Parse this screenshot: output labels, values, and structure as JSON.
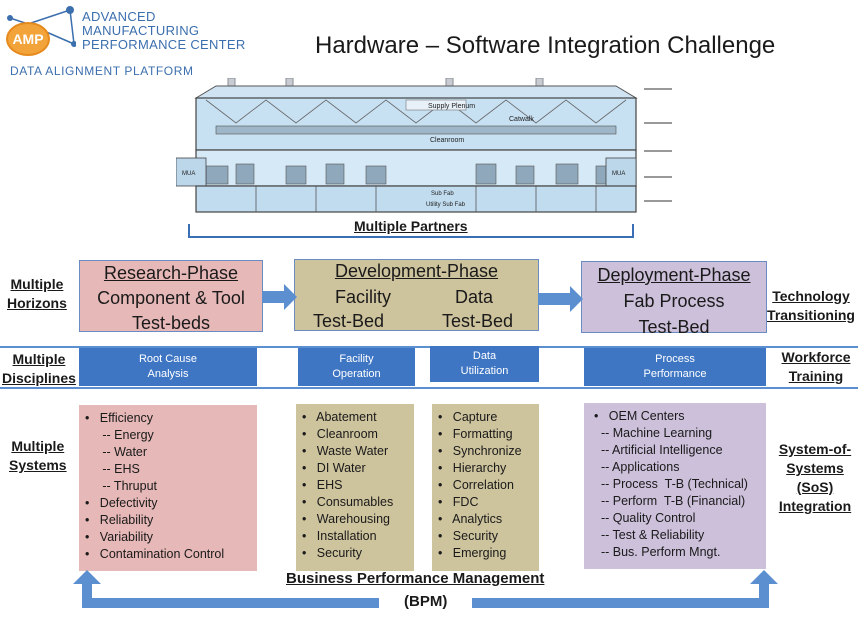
{
  "header": {
    "logo_text": "AMP",
    "org_lines": [
      "ADVANCED",
      "MANUFACTURING",
      "PERFORMANCE CENTER"
    ],
    "platform": "DATA ALIGNMENT PLATFORM",
    "title": "Hardware – Software Integration Challenge"
  },
  "fab_labels": {
    "supply_plenum": "Supply Plenum",
    "catwalk": "Catwalk",
    "cleanroom": "Cleanroom",
    "sub_fab": "Sub Fab",
    "utility_sub_fab": "Utility Sub Fab",
    "mua": "MUA"
  },
  "partners_label": "Multiple Partners",
  "left_labels": {
    "horizons": [
      "Multiple",
      "Horizons"
    ],
    "disciplines": [
      "Multiple",
      "Disciplines"
    ],
    "systems": [
      "Multiple",
      "Systems"
    ]
  },
  "right_labels": {
    "technology": [
      "Technology",
      "Transitioning"
    ],
    "workforce": [
      "Workforce",
      "Training"
    ],
    "sos": [
      "System-of-",
      "Systems",
      "(SoS)",
      "Integration"
    ]
  },
  "phases": {
    "research": {
      "title": "Research-Phase",
      "line2": "Component & Tool",
      "line3": "Test-beds"
    },
    "development": {
      "title": "Development-Phase",
      "left1": "Facility",
      "right1": "Data",
      "left2": "Test-Bed",
      "right2": "Test-Bed"
    },
    "deployment": {
      "title": "Deployment-Phase",
      "line2": "Fab Process",
      "line3": "Test-Bed"
    }
  },
  "disciplines": {
    "root_cause": [
      "Root Cause",
      "Analysis"
    ],
    "facility_operation": [
      "Facility",
      "Operation"
    ],
    "data_utilization": [
      "Data",
      "Utilization"
    ],
    "process_performance": [
      "Process",
      "Performance"
    ]
  },
  "systems": {
    "research": [
      "•   Efficiency",
      "     -- Energy",
      "     -- Water",
      "     -- EHS",
      "     -- Thruput",
      "•   Defectivity",
      "•   Reliability",
      "•   Variability",
      "•   Contamination Control"
    ],
    "facility": [
      "•   Abatement",
      "•   Cleanroom",
      "•   Waste Water",
      "•   DI Water",
      "•   EHS",
      "•   Consumables",
      "•   Warehousing",
      "•   Installation",
      "•   Security"
    ],
    "data": [
      "•   Capture",
      "•   Formatting",
      "•   Synchronize",
      "•   Hierarchy",
      "•   Correlation",
      "•   FDC",
      "•   Analytics",
      "•   Security",
      "•   Emerging"
    ],
    "deployment": [
      "•   OEM Centers",
      "  -- Machine Learning",
      "  -- Artificial Intelligence",
      "  -- Applications",
      "  -- Process  T-B (Technical)",
      "  -- Perform  T-B (Financial)",
      "  -- Quality Control",
      "  -- Test & Reliability",
      "  -- Bus. Perform Mngt."
    ]
  },
  "bpm": {
    "title": "Business Performance Management",
    "abbr": "(BPM)"
  },
  "colors": {
    "blue": "#3f76c4",
    "pink": "#e6b8b7",
    "khaki": "#cdc39d",
    "lavender": "#ccc0da",
    "logo_orange": "#f2a33a"
  }
}
